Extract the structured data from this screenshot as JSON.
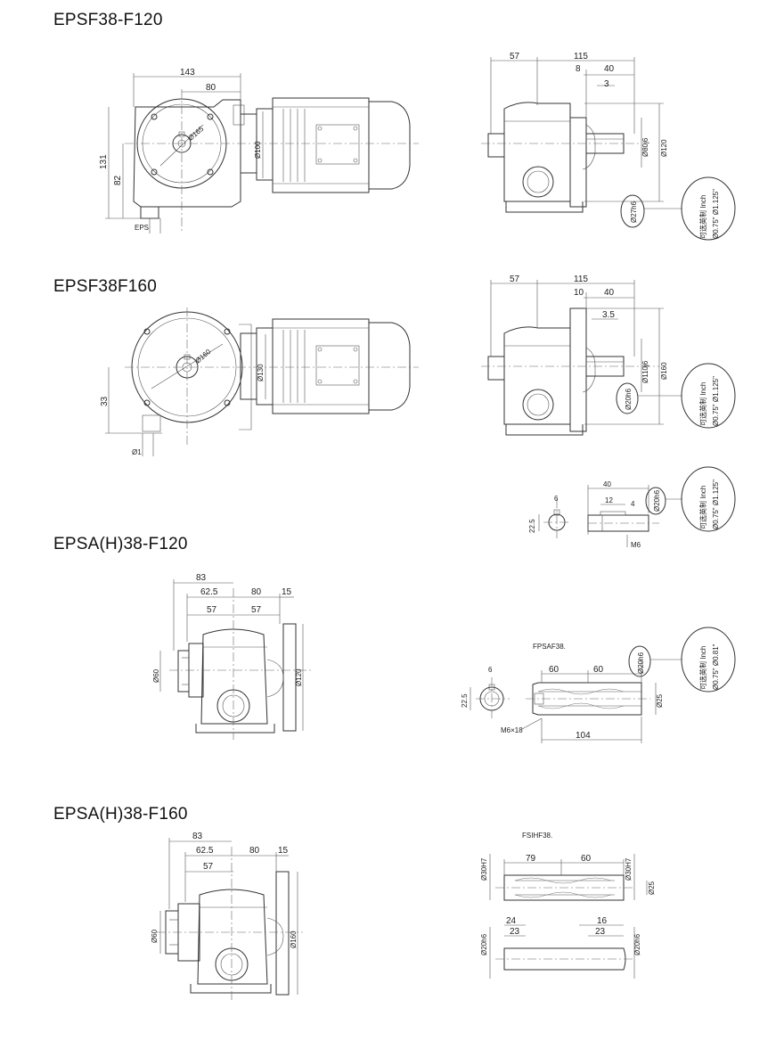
{
  "titles": {
    "t1": "EPSF38-F120",
    "t2": "EPSF38F160",
    "t3": "EPSA(H)38-F120",
    "t4": "EPSA(H)38-F160"
  },
  "d1": {
    "dim_143": "143",
    "dim_80": "80",
    "dim_131": "131",
    "dim_82": "82",
    "dia_165": "Ø165",
    "dia_100": "Ø100",
    "label_eps": "EPS",
    "dim_57": "57",
    "dim_115": "115",
    "dim_8": "8",
    "dim_40": "40",
    "dim_3": "3",
    "dia_shaft": "Ø80j6",
    "dia_120": "Ø120",
    "dia_key": "Ø27h6",
    "bubble_l1": "可选英制 Inch",
    "bubble_l2": "Ø0.75\" Ø1.125\""
  },
  "d2": {
    "dim_33": "33",
    "dia_160": "Ø160",
    "dia_130": "Ø130",
    "dim_phi1": "Ø1",
    "dim_57": "57",
    "dim_115": "115",
    "dim_10": "10",
    "dim_40": "40",
    "dim_35": "3.5",
    "dia_110": "Ø110j6",
    "dia_160b": "Ø160",
    "dia_key": "Ø20h6",
    "bubble_l1": "可选英制 Inch",
    "bubble_l2": "Ø0.75\" Ø1.125\""
  },
  "d3": {
    "dim_6": "6",
    "dim_225": "22.5",
    "dim_40": "40",
    "dim_12": "12",
    "dim_4": "4",
    "dia_20": "Ø20h6",
    "dim_m6": "M6",
    "bubble_l1": "可选英制 Inch",
    "bubble_l2": "Ø0.75\" Ø1.125\""
  },
  "d4": {
    "dim_83": "83",
    "dim_625": "62.5",
    "dim_80": "80",
    "dim_15": "15",
    "dim_57a": "57",
    "dim_57b": "57",
    "dia_60": "Ø60",
    "dia_120": "Ø120"
  },
  "d5": {
    "label": "FPSAF38.",
    "dim_6": "6",
    "dim_60a": "60",
    "dim_60b": "60",
    "dim_225": "22.5",
    "dia_25": "Ø25",
    "dia_20h6": "Ø20h6",
    "dim_m6": "M6×18",
    "dim_104": "104",
    "bubble_l1": "可选英制 Inch",
    "bubble_l2": "Ø0.75\" Ø0.81\""
  },
  "d6": {
    "dim_83": "83",
    "dim_625": "62.5",
    "dim_80": "80",
    "dim_15": "15",
    "dim_57": "57",
    "dia_60": "Ø60",
    "dia_160": "Ø160"
  },
  "d7": {
    "label": "FSIHF38.",
    "dim_79": "79",
    "dim_60": "60",
    "dia_h7a": "Ø30H7",
    "dia_h7b": "Ø30H7",
    "dia_25": "Ø25",
    "dim_24": "24",
    "dim_16": "16",
    "dia_h6a": "Ø20h6",
    "dim_23a": "23",
    "dim_23b": "23",
    "dia_h6b": "Ø20h6"
  }
}
